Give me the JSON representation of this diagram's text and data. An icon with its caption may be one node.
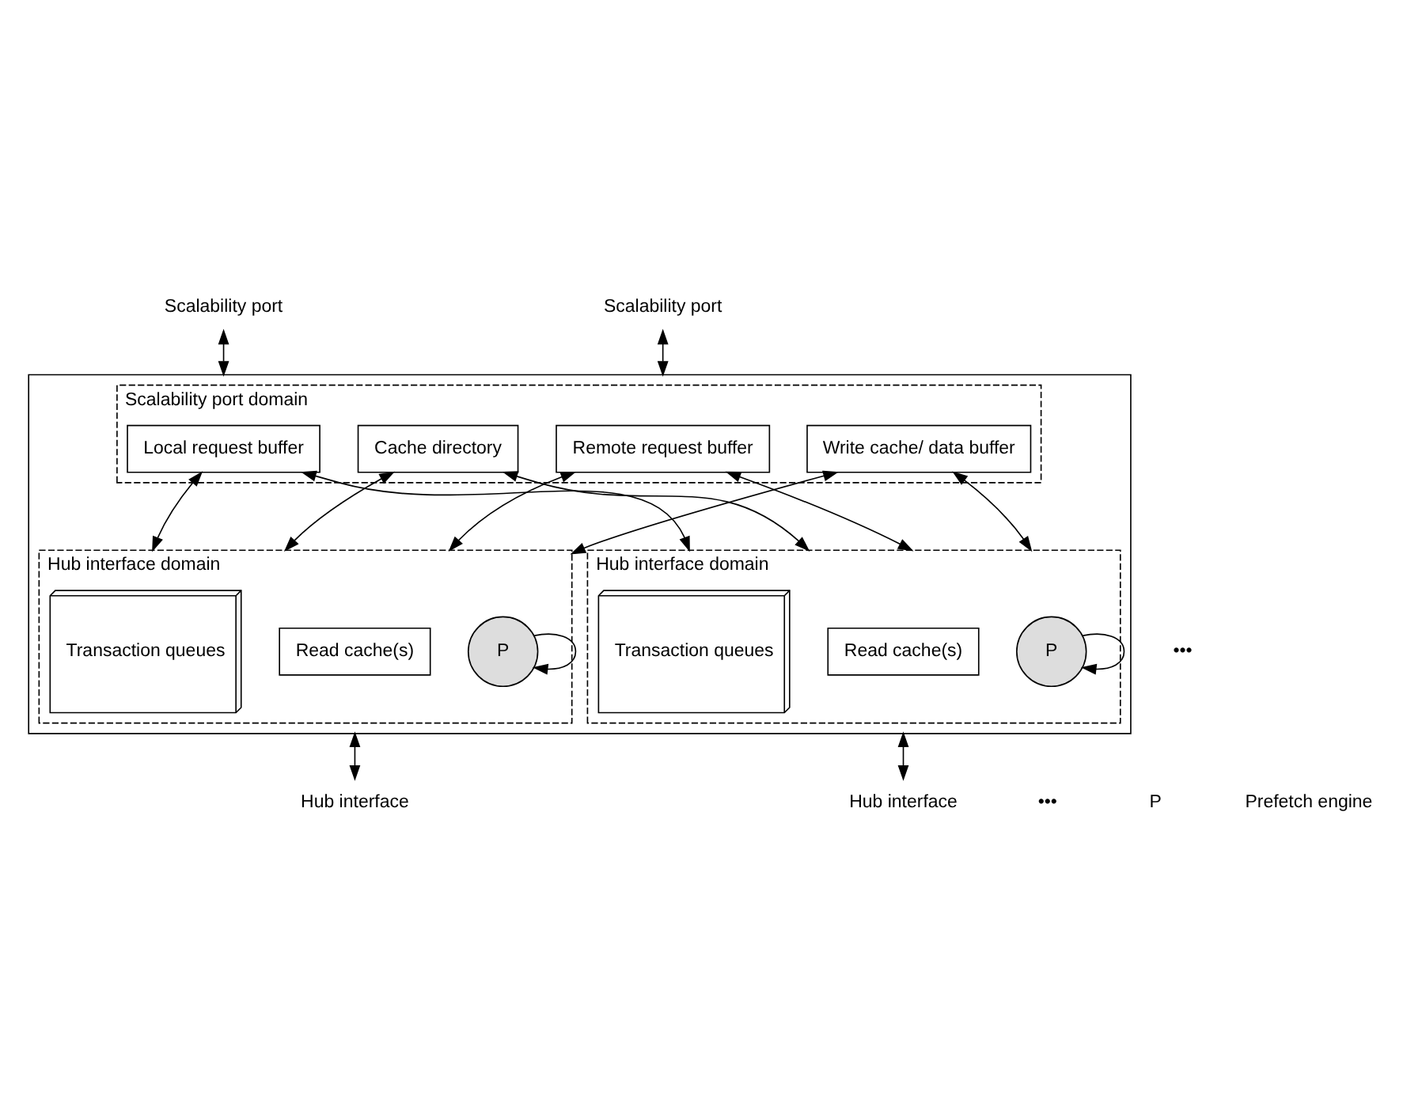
{
  "diagram": {
    "nodes": [
      {
        "text": [
          "Scalability port"
        ]
      },
      {
        "text": [
          "Scalability port"
        ]
      },
      {
        "text": [],
        "shape": "box"
      },
      {
        "text": [
          "Scalability port domain"
        ],
        "in": 2
      },
      {
        "text": [
          "Cache directory"
        ],
        "in": 3
      },
      {
        "text": [
          "Remote request buffer"
        ],
        "in": 3
      },
      {
        "text": [
          "Local request buffer"
        ],
        "in": 3
      },
      {
        "text": [
          "Write cache/ data buffer"
        ],
        "in": 3
      },
      {
        "text": [
          "Hub interface domain"
        ],
        "in": 2
      },
      {
        "text": [
          "Read cache(s)"
        ],
        "in": 8
      },
      {
        "text": [
          "Transaction queues"
        ],
        "in": 8
      },
      {
        "text": [
          "P"
        ],
        "in": 8
      },
      {
        "text": [
          "Hub interface domain"
        ],
        "in": 2
      },
      {
        "text": [
          "Read cache(s)"
        ],
        "in": 12
      },
      {
        "text": [
          "Transaction queues"
        ],
        "in": 12
      },
      {
        "text": [
          "P"
        ],
        "in": 12
      },
      {
        "text": [
          "Hub interface"
        ]
      },
      {
        "text": [
          "Hub interface"
        ]
      }
    ],
    "edges": [
      {
        "from": 0,
        "to": 2,
        "arrow": "both"
      },
      {
        "from": 1,
        "to": 2,
        "arrow": "both"
      },
      {
        "from": 4,
        "to": 8,
        "arrow": "both"
      },
      {
        "from": 5,
        "to": 8,
        "arrow": "both"
      },
      {
        "from": 6,
        "to": 8,
        "arrow": "both"
      },
      {
        "from": 7,
        "to": 8,
        "arrow": "both"
      },
      {
        "from": 4,
        "to": 12,
        "arrow": "both"
      },
      {
        "from": 5,
        "to": 12,
        "arrow": "both"
      },
      {
        "from": 6,
        "to": 12,
        "arrow": "both"
      },
      {
        "from": 7,
        "to": 12,
        "arrow": "both"
      },
      {
        "from": 11,
        "to": 11,
        "arrow": "to"
      },
      {
        "from": 15,
        "to": 15,
        "arrow": "to"
      },
      {
        "from": 2,
        "to": 16,
        "arrow": "both"
      },
      {
        "from": 2,
        "to": 17,
        "arrow": "both"
      }
    ],
    "labels": [
      "•••",
      "•••",
      "P"
    ],
    "legend": [
      {
        "text": "Prefetch engine"
      }
    ]
  }
}
